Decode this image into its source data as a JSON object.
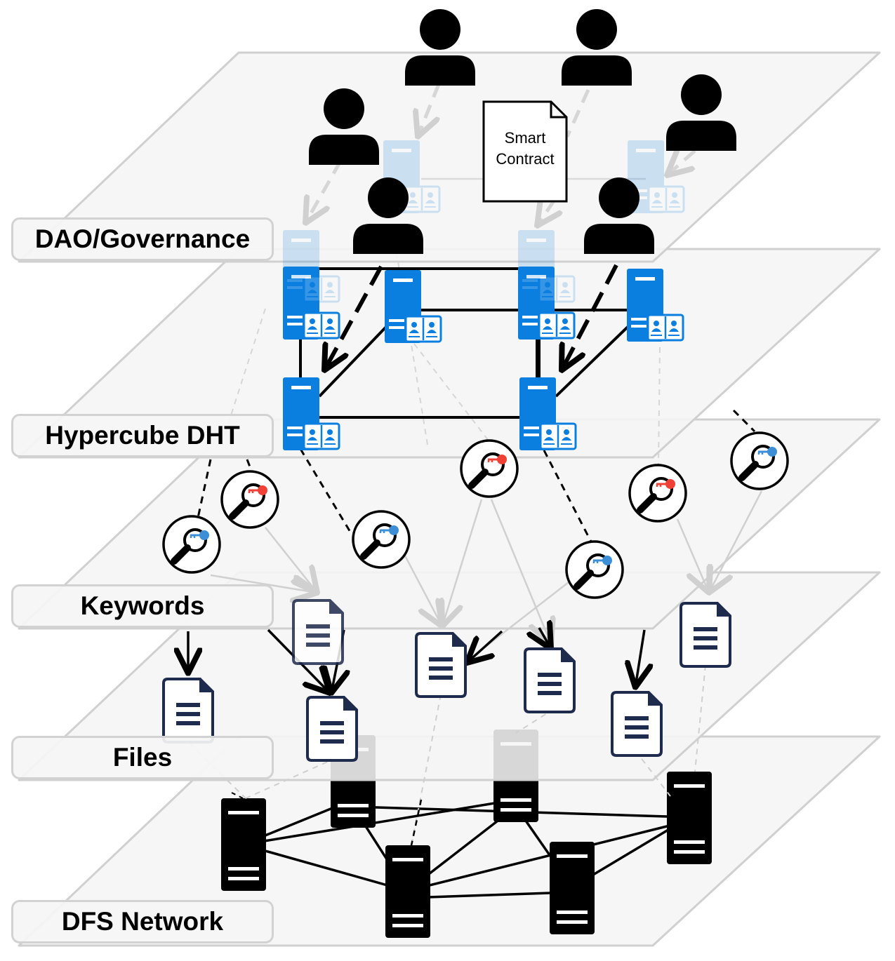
{
  "layers": [
    {
      "id": "dao",
      "label": "DAO/Governance"
    },
    {
      "id": "dht",
      "label": "Hypercube DHT"
    },
    {
      "id": "keywords",
      "label": "Keywords"
    },
    {
      "id": "files",
      "label": "Files"
    },
    {
      "id": "dfs",
      "label": "DFS Network"
    }
  ],
  "smart_contract": {
    "line1": "Smart",
    "line2": "Contract"
  },
  "colors": {
    "plane_fill": "#f5f5f5",
    "plane_stroke": "#d0d0d0",
    "dht_node": "#0a7fe0",
    "doc_navy": "#1f2b4d",
    "key_red": "#ef4136",
    "key_blue": "#3c8fd6",
    "user": "#000000",
    "dfs_server": "#000000"
  },
  "icons": {
    "user": "user-icon",
    "dht_node": "server-book-icon",
    "keyword": "key-search-icon",
    "file": "document-icon",
    "dfs_node": "server-icon",
    "contract": "contract-document-icon"
  }
}
